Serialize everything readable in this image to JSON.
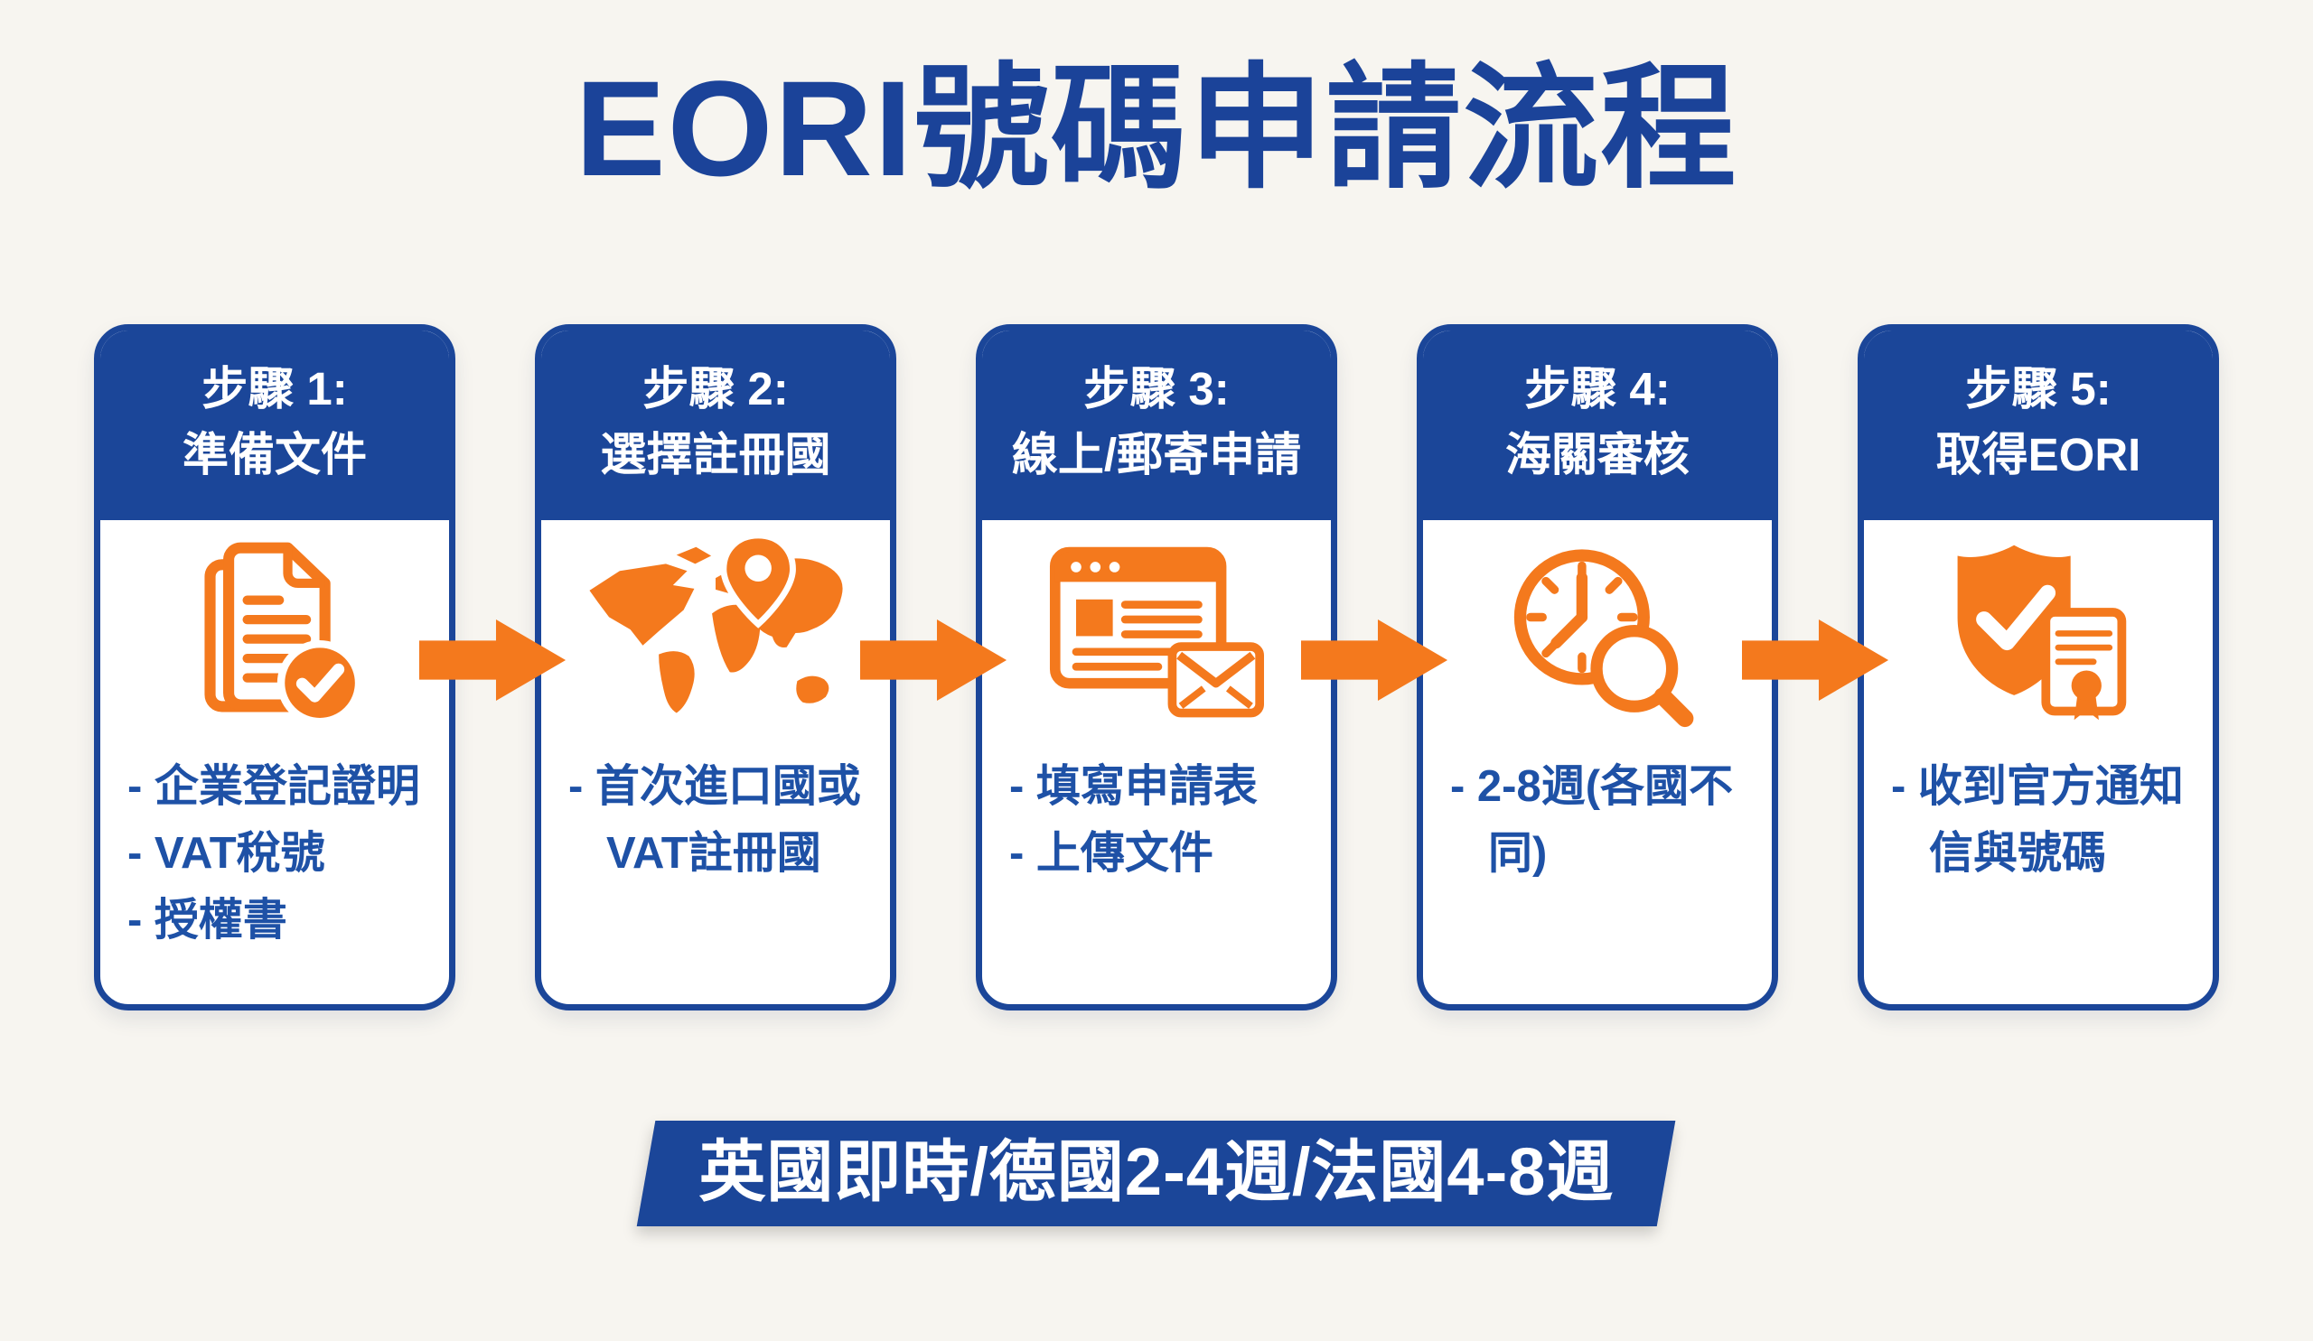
{
  "title": "EORI號碼申請流程",
  "banner": {
    "text": "英國即時/德國2-4週/法國4-8週"
  },
  "colors": {
    "blue": "#1b4699",
    "title_blue": "#1b4399",
    "body_text_blue": "#1e51a6",
    "orange": "#f4791d",
    "background": "#f7f5f0",
    "card_white": "#ffffff"
  },
  "steps": [
    {
      "step_label": "步驟 1:",
      "step_name": "準備文件",
      "icon": "documents-check-icon",
      "lines": [
        "- 企業登記證明",
        "- VAT稅號",
        "- 授權書"
      ]
    },
    {
      "step_label": "步驟 2:",
      "step_name": "選擇註冊國",
      "icon": "world-map-pin-icon",
      "lines": [
        "- 首次進口國或",
        "VAT註冊國"
      ]
    },
    {
      "step_label": "步驟 3:",
      "step_name": "線上/郵寄申請",
      "icon": "browser-mail-icon",
      "lines": [
        "- 填寫申請表",
        "- 上傳文件"
      ]
    },
    {
      "step_label": "步驟 4:",
      "step_name": "海關審核",
      "icon": "clock-search-icon",
      "lines": [
        "- 2-8週(各國不",
        "同)"
      ]
    },
    {
      "step_label": "步驟 5:",
      "step_name": "取得EORI",
      "icon": "shield-certificate-icon",
      "lines": [
        "- 收到官方通知",
        "信與號碼"
      ]
    }
  ]
}
